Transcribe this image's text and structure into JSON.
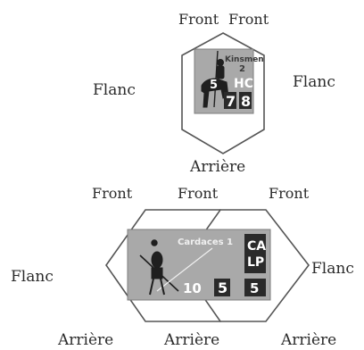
{
  "diagram1": {
    "labels": {
      "front_left": "Front",
      "front_right": "Front",
      "flank_left": "Flanc",
      "flank_right": "Flanc",
      "rear": "Arrière"
    },
    "counter": {
      "name": "Kinsmen",
      "value": "2",
      "type": "HC",
      "top_left": "5",
      "bottom_left": "7",
      "bottom_right": "8"
    }
  },
  "diagram2": {
    "labels": {
      "front_left": "Front",
      "front_mid": "Front",
      "front_right": "Front",
      "flank_left": "Flanc",
      "flank_right": "Flanc",
      "rear_left": "Arrière",
      "rear_mid": "Arrière",
      "rear_right": "Arrière"
    },
    "counter": {
      "name": "Cardaces 1",
      "type_line1": "CA",
      "type_line2": "LP",
      "val1": "10",
      "val2": "5",
      "val3": "5"
    }
  },
  "colors": {
    "counter_fill": "#a9a9a9",
    "hex_stroke": "#555555",
    "text": "#2b2b2b"
  }
}
